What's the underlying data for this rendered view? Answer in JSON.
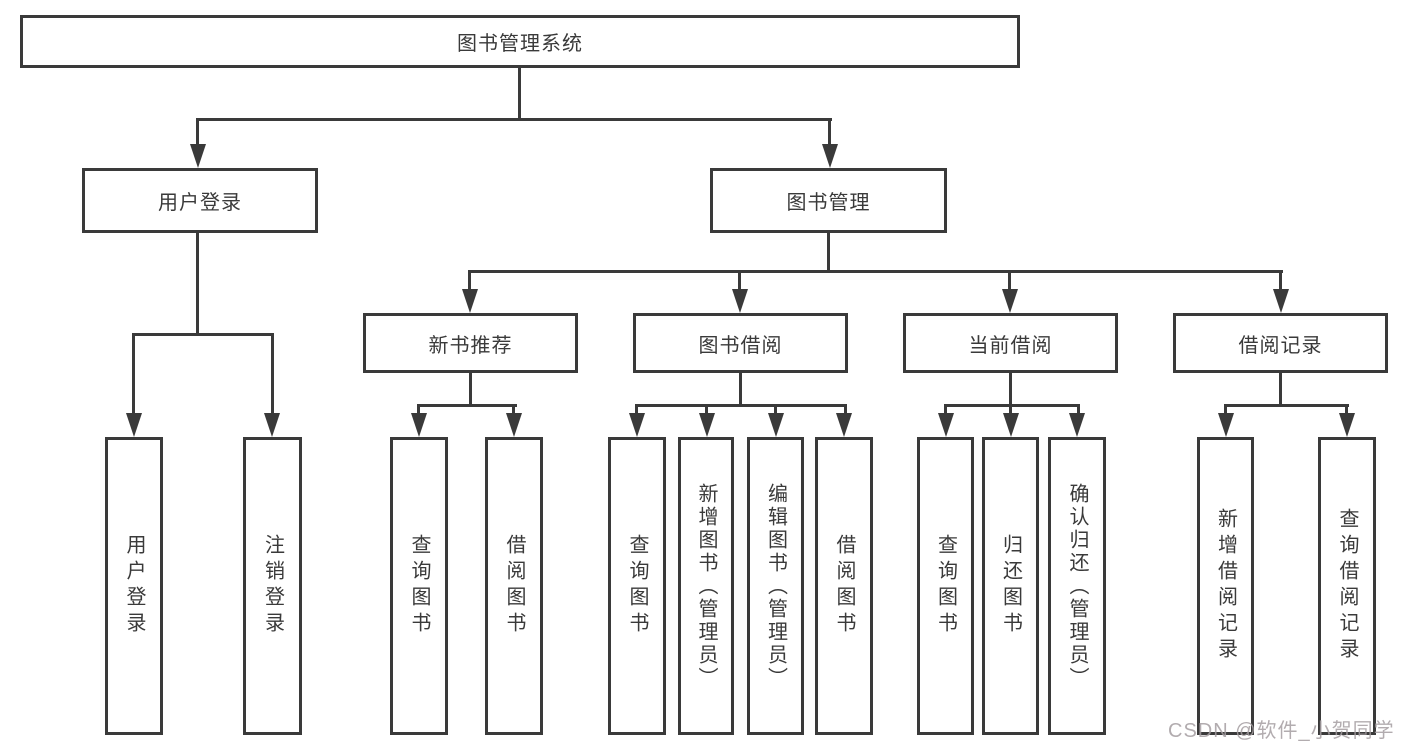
{
  "diagram": {
    "title_node": {
      "label": "图书管理系统"
    },
    "level2": [
      {
        "label": "用户登录"
      },
      {
        "label": "图书管理"
      }
    ],
    "level3": [
      {
        "label": "新书推荐"
      },
      {
        "label": "图书借阅"
      },
      {
        "label": "当前借阅"
      },
      {
        "label": "借阅记录"
      }
    ],
    "leaves": [
      {
        "label": "用户登录"
      },
      {
        "label": "注销登录"
      },
      {
        "label": "查询图书"
      },
      {
        "label": "借阅图书"
      },
      {
        "label": "查询图书"
      },
      {
        "label": "新增图书（管理员）"
      },
      {
        "label": "编辑图书（管理员）"
      },
      {
        "label": "借阅图书"
      },
      {
        "label": "查询图书"
      },
      {
        "label": "归还图书"
      },
      {
        "label": "确认归还（管理员）"
      },
      {
        "label": "新增借阅记录"
      },
      {
        "label": "查询借阅记录"
      }
    ],
    "watermark": "CSDN @软件_小贺同学",
    "colors": {
      "line": "#3a3a3a",
      "text": "#3a3a3a",
      "background": "#ffffff",
      "watermark": "#a49ea1"
    }
  }
}
